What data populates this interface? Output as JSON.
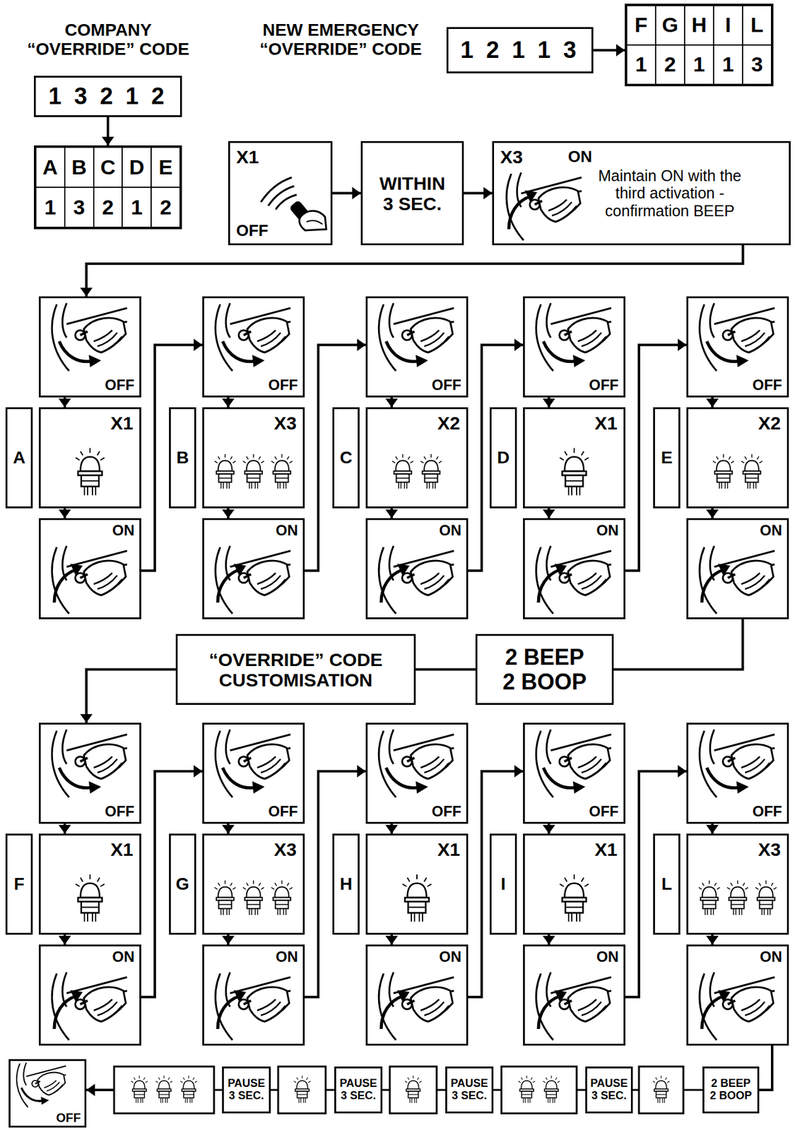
{
  "diagram": {
    "nodes": [
      {
        "text": [
          "1 3 2 1 2"
        ]
      },
      {
        "text": [
          "A",
          "B",
          "C",
          "D",
          "E",
          "1",
          "3",
          "2",
          "1",
          "2"
        ]
      },
      {
        "text": [
          "1 2 1 1 3"
        ]
      },
      {
        "text": [
          "F",
          "G",
          "H",
          "I",
          "L",
          "1",
          "2",
          "1",
          "1",
          "3"
        ]
      },
      {
        "text": [
          "X1",
          "OFF"
        ]
      },
      {
        "text": [
          "WITHIN 3 SEC."
        ]
      },
      {
        "text": [
          "X3",
          "ON",
          "Maintain ON with the third activation - confirmation BEEP"
        ]
      },
      {
        "text": [
          "OFF"
        ]
      },
      {
        "text": [
          "A"
        ]
      },
      {
        "text": [
          "X1"
        ]
      },
      {
        "text": [
          "ON"
        ]
      },
      {
        "text": [
          "OFF"
        ]
      },
      {
        "text": [
          "B"
        ]
      },
      {
        "text": [
          "X3"
        ]
      },
      {
        "text": [
          "ON"
        ]
      },
      {
        "text": [
          "OFF"
        ]
      },
      {
        "text": [
          "C"
        ]
      },
      {
        "text": [
          "X2"
        ]
      },
      {
        "text": [
          "ON"
        ]
      },
      {
        "text": [
          "OFF"
        ]
      },
      {
        "text": [
          "D"
        ]
      },
      {
        "text": [
          "X1"
        ]
      },
      {
        "text": [
          "ON"
        ]
      },
      {
        "text": [
          "OFF"
        ]
      },
      {
        "text": [
          "E"
        ]
      },
      {
        "text": [
          "X2"
        ]
      },
      {
        "text": [
          "ON"
        ]
      },
      {
        "text": [
          "“OVERRIDE” CODE CUSTOMISATION"
        ]
      },
      {
        "text": [
          "2 BEEP 2 BOOP"
        ]
      },
      {
        "text": [
          "OFF"
        ]
      },
      {
        "text": [
          "F"
        ]
      },
      {
        "text": [
          "X1"
        ]
      },
      {
        "text": [
          "ON"
        ]
      },
      {
        "text": [
          "OFF"
        ]
      },
      {
        "text": [
          "G"
        ]
      },
      {
        "text": [
          "X3"
        ]
      },
      {
        "text": [
          "ON"
        ]
      },
      {
        "text": [
          "OFF"
        ]
      },
      {
        "text": [
          "H"
        ]
      },
      {
        "text": [
          "X1"
        ]
      },
      {
        "text": [
          "ON"
        ]
      },
      {
        "text": [
          "OFF"
        ]
      },
      {
        "text": [
          "I"
        ]
      },
      {
        "text": [
          "X1"
        ]
      },
      {
        "text": [
          "ON"
        ]
      },
      {
        "text": [
          "OFF"
        ]
      },
      {
        "text": [
          "L"
        ]
      },
      {
        "text": [
          "X3"
        ]
      },
      {
        "text": [
          "ON"
        ]
      },
      {
        "text": [
          "OFF"
        ]
      },
      {
        "text": [
          "PAUSE 3 SEC."
        ]
      },
      {
        "text": [
          "PAUSE 3 SEC."
        ]
      },
      {
        "text": [
          "PAUSE 3 SEC."
        ]
      },
      {
        "text": [
          "PAUSE 3 SEC."
        ]
      },
      {
        "text": [
          "2 BEEP 2 BOOP"
        ]
      }
    ],
    "edges": [
      {
        "from": 0,
        "to": 1,
        "arrow": "to"
      },
      {
        "from": 2,
        "to": 3,
        "arrow": "to"
      },
      {
        "from": 4,
        "to": 5,
        "arrow": "to"
      },
      {
        "from": 5,
        "to": 6,
        "arrow": "to"
      },
      {
        "from": 6,
        "to": 7,
        "arrow": "to"
      },
      {
        "from": 7,
        "to": 9,
        "arrow": "to"
      },
      {
        "from": 9,
        "to": 10,
        "arrow": "to"
      },
      {
        "from": 10,
        "to": 11,
        "arrow": "to"
      },
      {
        "from": 11,
        "to": 13,
        "arrow": "to"
      },
      {
        "from": 13,
        "to": 14,
        "arrow": "to"
      },
      {
        "from": 14,
        "to": 15,
        "arrow": "to"
      },
      {
        "from": 15,
        "to": 17,
        "arrow": "to"
      },
      {
        "from": 17,
        "to": 18,
        "arrow": "to"
      },
      {
        "from": 18,
        "to": 19,
        "arrow": "to"
      },
      {
        "from": 19,
        "to": 21,
        "arrow": "to"
      },
      {
        "from": 21,
        "to": 22,
        "arrow": "to"
      },
      {
        "from": 22,
        "to": 23,
        "arrow": "to"
      },
      {
        "from": 23,
        "to": 25,
        "arrow": "to"
      },
      {
        "from": 25,
        "to": 26,
        "arrow": "to"
      },
      {
        "from": 26,
        "to": 28,
        "arrow": "none"
      },
      {
        "from": 28,
        "to": 27,
        "arrow": "none"
      },
      {
        "from": 27,
        "to": 29,
        "arrow": "to"
      },
      {
        "from": 29,
        "to": 31,
        "arrow": "to"
      },
      {
        "from": 31,
        "to": 32,
        "arrow": "to"
      },
      {
        "from": 32,
        "to": 33,
        "arrow": "to"
      },
      {
        "from": 33,
        "to": 35,
        "arrow": "to"
      },
      {
        "from": 35,
        "to": 36,
        "arrow": "to"
      },
      {
        "from": 36,
        "to": 37,
        "arrow": "to"
      },
      {
        "from": 37,
        "to": 39,
        "arrow": "to"
      },
      {
        "from": 39,
        "to": 40,
        "arrow": "to"
      },
      {
        "from": 40,
        "to": 41,
        "arrow": "to"
      },
      {
        "from": 41,
        "to": 43,
        "arrow": "to"
      },
      {
        "from": 43,
        "to": 44,
        "arrow": "to"
      },
      {
        "from": 44,
        "to": 45,
        "arrow": "to"
      },
      {
        "from": 45,
        "to": 47,
        "arrow": "to"
      },
      {
        "from": 47,
        "to": 48,
        "arrow": "to"
      },
      {
        "from": 48,
        "to": 54,
        "arrow": "none"
      }
    ],
    "labels": [
      "COMPANY “OVERRIDE” CODE",
      "NEW EMERGENCY “OVERRIDE” CODE"
    ]
  }
}
